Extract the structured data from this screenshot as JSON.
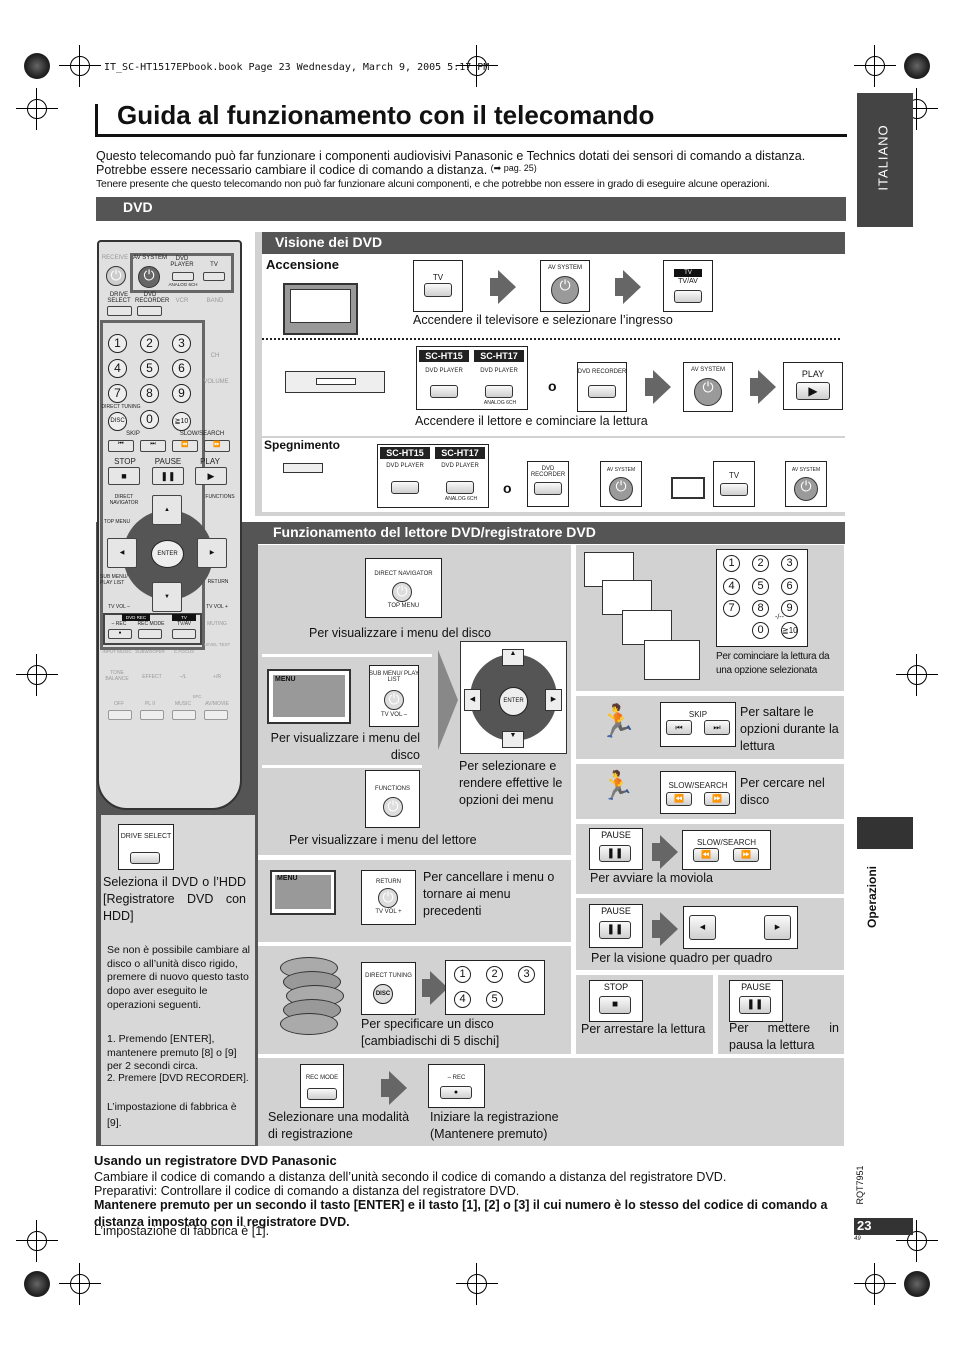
{
  "header_line": "IT_SC-HT1517EPbook.book  Page 23  Wednesday, March 9, 2005  5:17 PM",
  "title": "Guida al funzionamento con il telecomando",
  "side_tab": "ITALIANO",
  "intro": {
    "line1": "Questo telecomando può far funzionare i componenti audiovisivi Panasonic e Technics dotati dei sensori di comando a distanza.",
    "line2": "Potrebbe essere necessario cambiare il codice di comando a distanza.",
    "ref": "(➡ pag. 25)",
    "line3": "Tenere presente che questo telecomando non può far funzionare alcuni componenti, e che potrebbe non essere in grado di eseguire alcune operazioni."
  },
  "dvd_bar": "DVD",
  "visione": {
    "title": "Visione dei DVD",
    "accensione": "Accensione",
    "tv_btn": "TV",
    "av_system": "AV SYSTEM",
    "tv_tag": "TV",
    "tv_av": "TV/AV",
    "caption1": "Accendere il televisore e selezionare l’ingresso",
    "sc_ht15": "SC-HT15",
    "sc_ht17": "SC-HT17",
    "dvd_player": "DVD PLAYER",
    "analog_6ch": "ANALOG 6CH",
    "o": "o",
    "dvd_recorder": "DVD RECORDER",
    "play": "PLAY",
    "caption2": "Accendere il lettore e cominciare la lettura",
    "spegnimento": "Spegnimento"
  },
  "funz": {
    "title": "Funzionamento del lettore DVD/registratore DVD",
    "direct_navigator": "DIRECT NAVIGATOR",
    "top_menu": "TOP MENU",
    "cap_top_menu": "Per visualizzare i menu del disco",
    "menu": "MENU",
    "sub_menu": "SUB MENU/ PLAY LIST",
    "tv_vol_minus": "TV VOL –",
    "cap_sub_menu": "Per visualizzare i menu del disco",
    "enter": "ENTER",
    "cap_select": "Per selezionare e rendere effettive le opzioni dei menu",
    "functions": "FUNCTIONS",
    "cap_functions": "Per visualizzare i menu del lettore",
    "return": "RETURN",
    "tv_vol_plus": "TV VOL +",
    "cap_return": "Per cancellare i menu o tornare ai menu precedenti",
    "direct_tuning": "DIRECT TUNING",
    "disc": "DISC",
    "cap_disc": "Per specificare un disco [cambiadischi di 5 dischi]",
    "rec_mode": "REC MODE",
    "rec": "– REC",
    "cap_rec_mode": "Selezionare una modalità di registrazione",
    "cap_rec": "Iniziare la registrazione (Mantenere premuto)",
    "cap_numbers": "Per cominciare la lettura da una opzione selezionata",
    "skip": "SKIP",
    "cap_skip": "Per saltare le opzioni durante la lettura",
    "slow_search": "SLOW/SEARCH",
    "cap_search": "Per cercare nel disco",
    "pause": "PAUSE",
    "cap_slow": "Per avviare la moviola",
    "cap_frame": "Per la visione quadro per quadro",
    "stop": "STOP",
    "cap_stop": "Per arrestare la lettura",
    "cap_pause": "Per mettere in pausa la lettura",
    "ge10": "≧10",
    "dash": "-/--"
  },
  "left_panel": {
    "drive_select": "DRIVE SELECT",
    "cap_drive": "Seleziona il DVD o l’HDD [Registratore DVD con HDD]",
    "note1": "Se non è possibile cambiare al disco o all’unità disco rigido, premere di nuovo questo tasto dopo aver eseguito le operazioni seguenti.",
    "step1": "1. Premendo [ENTER], mantenere premuto [8] o [9] per 2 secondi circa.",
    "step2": "2. Premere [DVD RECORDER].",
    "factory": "L’impostazione di fabbrica è [9]."
  },
  "remote": {
    "receive": "RECEIVE",
    "av_system": "AV SYSTEM",
    "dvd_player": "DVD PLAYER",
    "tv": "TV",
    "analog": "ANALOG 6CH",
    "drive_select": "DRIVE SELECT",
    "dvd_recorder": "DVD RECORDER",
    "vcr": "VCR",
    "band": "BAND",
    "ch": "CH",
    "volume": "VOLUME",
    "direct_tuning": "DIRECT TUNING",
    "skip": "SKIP",
    "slow_search": "SLOW/SEARCH",
    "stop": "STOP",
    "pause": "PAUSE",
    "play": "PLAY",
    "direct_navigator": "DIRECT NAVIGATOR",
    "functions": "FUNCTIONS",
    "top_menu": "TOP MENU",
    "enter": "ENTER",
    "sub_menu": "SUB MENU/ PLAY LIST",
    "return": "RETURN",
    "tv_vol_minus": "TV VOL –",
    "tv_vol_plus": "TV VOL +",
    "dvd_rec": "DVD REC",
    "rec": "– REC",
    "rec_mode": "REC MODE",
    "tv_tag": "TV",
    "tv_av": "TV/AV",
    "muting": "MUTING",
    "input_music": "INPUT MUSIC",
    "subwoofer": "SUBWOOFER",
    "c_focus": "C.FOCUS",
    "level_test": "LEVEL TEST",
    "tone_balance": "TONE BALANCE",
    "effect": "EFFECT",
    "l": "–/L",
    "r": "+/R",
    "off": "OFF",
    "pl2": "PL II",
    "music": "MUSIC",
    "av_movie": "AV/MOVIE",
    "sfc": "SFC"
  },
  "usando": {
    "title": "Usando un registratore DVD Panasonic",
    "line1": "Cambiare il codice di comando a distanza dell’unità secondo il codice di comando a distanza del registratore DVD.",
    "line2": "Preparativi: Controllare il codice di comando a distanza del registratore DVD.",
    "line3": "Mantenere premuto per un secondo il tasto [ENTER] e il tasto [1], [2] o [3] il cui numero è lo stesso del codice di comando a distanza impostato con il registratore DVD.",
    "line4": "L’impostazione di fabbrica è [1]."
  },
  "operazioni": "Operazioni",
  "rqt": "RQT7951",
  "page_number": "23",
  "sub_page": "49"
}
